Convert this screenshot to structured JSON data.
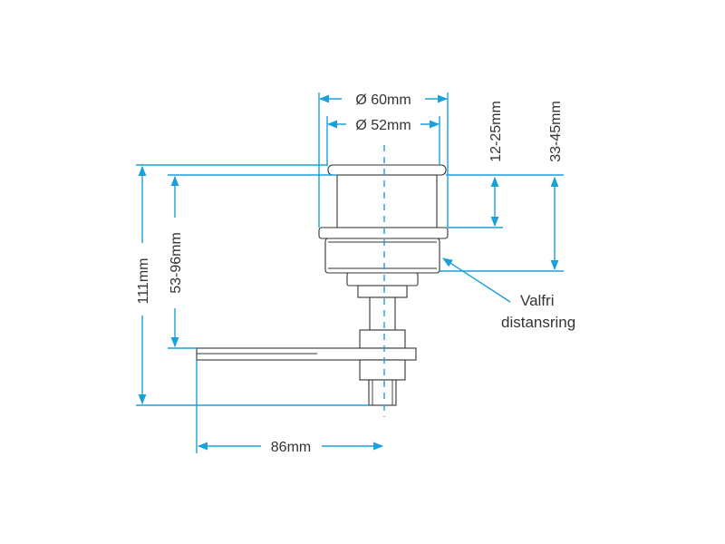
{
  "dimensions": {
    "outer_diameter": "Ø 60mm",
    "inner_diameter": "Ø 52mm",
    "range_12_25": "12-25mm",
    "range_33_45": "33-45mm",
    "height_total": "111mm",
    "height_range": "53-96mm",
    "arm_length": "86mm"
  },
  "annotation": {
    "line1": "Valfri",
    "line2": "distansring"
  },
  "colors": {
    "dimension": "#1aa0dc",
    "part_outline": "#333333"
  }
}
